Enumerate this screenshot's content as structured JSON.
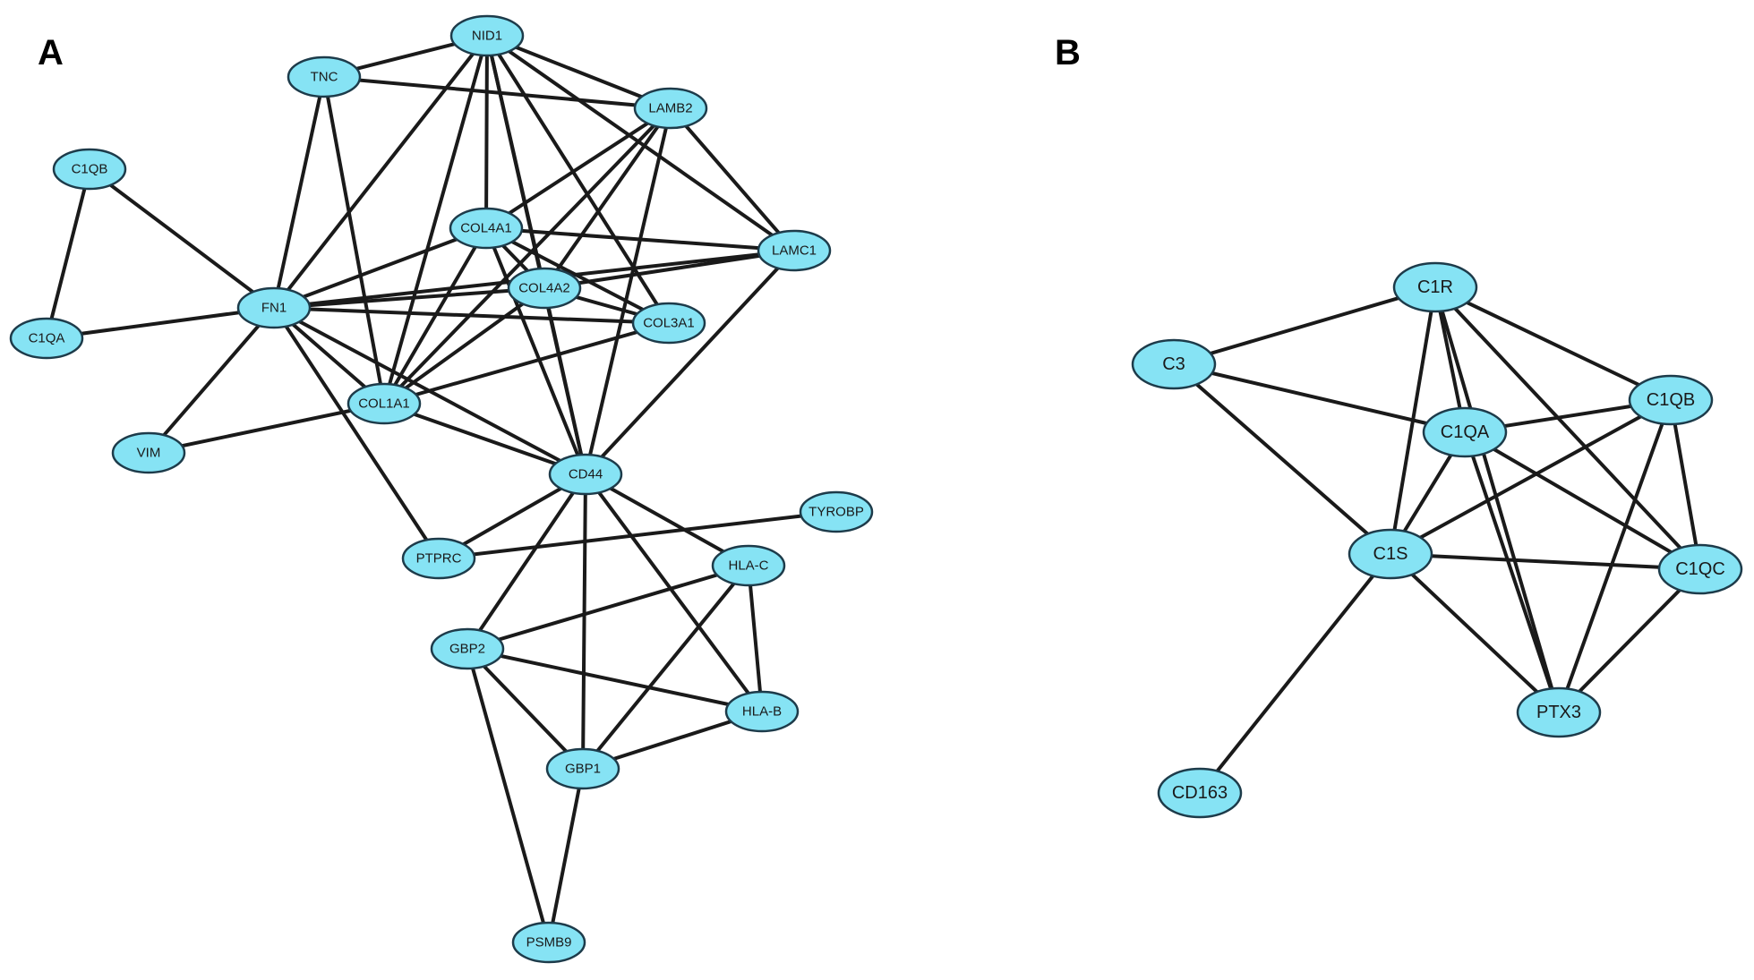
{
  "colors": {
    "node_fill": "#86E3F4",
    "node_stroke": "#1d3b4a",
    "edge": "#1a1a1a"
  },
  "panels": [
    {
      "id": "A",
      "label": "A",
      "nodes": [
        {
          "id": "NID1",
          "label": "NID1"
        },
        {
          "id": "TNC",
          "label": "TNC"
        },
        {
          "id": "LAMB2",
          "label": "LAMB2"
        },
        {
          "id": "C1QB",
          "label": "C1QB"
        },
        {
          "id": "COL4A1",
          "label": "COL4A1"
        },
        {
          "id": "LAMC1",
          "label": "LAMC1"
        },
        {
          "id": "COL4A2",
          "label": "COL4A2"
        },
        {
          "id": "FN1",
          "label": "FN1"
        },
        {
          "id": "COL3A1",
          "label": "COL3A1"
        },
        {
          "id": "C1QA",
          "label": "C1QA"
        },
        {
          "id": "COL1A1",
          "label": "COL1A1"
        },
        {
          "id": "VIM",
          "label": "VIM"
        },
        {
          "id": "CD44",
          "label": "CD44"
        },
        {
          "id": "TYROBP",
          "label": "TYROBP"
        },
        {
          "id": "PTPRC",
          "label": "PTPRC"
        },
        {
          "id": "HLA-C",
          "label": "HLA-C"
        },
        {
          "id": "GBP2",
          "label": "GBP2"
        },
        {
          "id": "HLA-B",
          "label": "HLA-B"
        },
        {
          "id": "GBP1",
          "label": "GBP1"
        },
        {
          "id": "PSMB9",
          "label": "PSMB9"
        }
      ],
      "edges": [
        [
          "NID1",
          "TNC"
        ],
        [
          "NID1",
          "LAMB2"
        ],
        [
          "NID1",
          "FN1"
        ],
        [
          "NID1",
          "COL4A1"
        ],
        [
          "NID1",
          "COL4A2"
        ],
        [
          "NID1",
          "COL1A1"
        ],
        [
          "NID1",
          "COL3A1"
        ],
        [
          "NID1",
          "LAMC1"
        ],
        [
          "NID1",
          "CD44"
        ],
        [
          "TNC",
          "LAMB2"
        ],
        [
          "TNC",
          "FN1"
        ],
        [
          "TNC",
          "COL1A1"
        ],
        [
          "LAMB2",
          "COL4A1"
        ],
        [
          "LAMB2",
          "COL4A2"
        ],
        [
          "LAMB2",
          "COL1A1"
        ],
        [
          "LAMB2",
          "LAMC1"
        ],
        [
          "LAMB2",
          "CD44"
        ],
        [
          "C1QB",
          "C1QA"
        ],
        [
          "C1QB",
          "FN1"
        ],
        [
          "C1QA",
          "FN1"
        ],
        [
          "COL4A1",
          "LAMC1"
        ],
        [
          "COL4A1",
          "COL4A2"
        ],
        [
          "COL4A1",
          "FN1"
        ],
        [
          "COL4A1",
          "COL1A1"
        ],
        [
          "COL4A1",
          "COL3A1"
        ],
        [
          "COL4A1",
          "CD44"
        ],
        [
          "LAMC1",
          "FN1"
        ],
        [
          "LAMC1",
          "CD44"
        ],
        [
          "LAMC1",
          "COL4A2"
        ],
        [
          "COL4A2",
          "FN1"
        ],
        [
          "COL4A2",
          "COL3A1"
        ],
        [
          "COL4A2",
          "COL1A1"
        ],
        [
          "COL4A2",
          "CD44"
        ],
        [
          "FN1",
          "COL3A1"
        ],
        [
          "FN1",
          "COL1A1"
        ],
        [
          "FN1",
          "VIM"
        ],
        [
          "FN1",
          "CD44"
        ],
        [
          "FN1",
          "PTPRC"
        ],
        [
          "COL3A1",
          "COL1A1"
        ],
        [
          "COL1A1",
          "VIM"
        ],
        [
          "COL1A1",
          "CD44"
        ],
        [
          "CD44",
          "PTPRC"
        ],
        [
          "CD44",
          "HLA-C"
        ],
        [
          "CD44",
          "GBP2"
        ],
        [
          "CD44",
          "GBP1"
        ],
        [
          "CD44",
          "HLA-B"
        ],
        [
          "PTPRC",
          "TYROBP"
        ],
        [
          "HLA-C",
          "GBP2"
        ],
        [
          "HLA-C",
          "GBP1"
        ],
        [
          "HLA-C",
          "HLA-B"
        ],
        [
          "GBP2",
          "HLA-B"
        ],
        [
          "GBP2",
          "GBP1"
        ],
        [
          "GBP2",
          "PSMB9"
        ],
        [
          "GBP1",
          "HLA-B"
        ],
        [
          "GBP1",
          "PSMB9"
        ]
      ]
    },
    {
      "id": "B",
      "label": "B",
      "nodes": [
        {
          "id": "C1R",
          "label": "C1R"
        },
        {
          "id": "C3",
          "label": "C3"
        },
        {
          "id": "C1QB",
          "label": "C1QB"
        },
        {
          "id": "C1QA",
          "label": "C1QA"
        },
        {
          "id": "C1S",
          "label": "C1S"
        },
        {
          "id": "C1QC",
          "label": "C1QC"
        },
        {
          "id": "PTX3",
          "label": "PTX3"
        },
        {
          "id": "CD163",
          "label": "CD163"
        }
      ],
      "edges": [
        [
          "C1R",
          "C3"
        ],
        [
          "C1R",
          "C1QA"
        ],
        [
          "C1R",
          "C1S"
        ],
        [
          "C1R",
          "C1QB"
        ],
        [
          "C1R",
          "C1QC"
        ],
        [
          "C1R",
          "PTX3"
        ],
        [
          "C3",
          "C1QA"
        ],
        [
          "C3",
          "C1S"
        ],
        [
          "C1QA",
          "C1QB"
        ],
        [
          "C1QA",
          "C1S"
        ],
        [
          "C1QA",
          "C1QC"
        ],
        [
          "C1QA",
          "PTX3"
        ],
        [
          "C1QB",
          "C1S"
        ],
        [
          "C1QB",
          "C1QC"
        ],
        [
          "C1QB",
          "PTX3"
        ],
        [
          "C1S",
          "C1QC"
        ],
        [
          "C1S",
          "PTX3"
        ],
        [
          "C1S",
          "CD163"
        ],
        [
          "C1QC",
          "PTX3"
        ]
      ]
    }
  ]
}
